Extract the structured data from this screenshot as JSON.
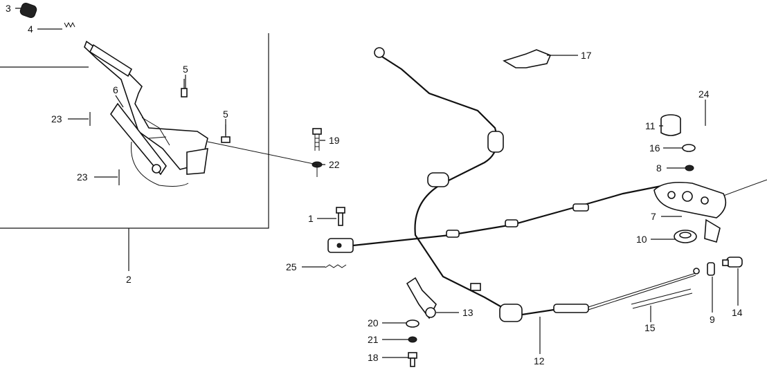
{
  "diagram": {
    "callouts": {
      "c1": "1",
      "c2": "2",
      "c3": "3",
      "c4": "4",
      "c5a": "5",
      "c5b": "5",
      "c6": "6",
      "c7": "7",
      "c8": "8",
      "c9": "9",
      "c10": "10",
      "c11": "11",
      "c12": "12",
      "c13": "13",
      "c14": "14",
      "c15": "15",
      "c16": "16",
      "c17": "17",
      "c18": "18",
      "c19": "19",
      "c20": "20",
      "c21": "21",
      "c22": "22",
      "c23a": "23",
      "c23b": "23",
      "c24": "24",
      "c25": "25"
    }
  }
}
